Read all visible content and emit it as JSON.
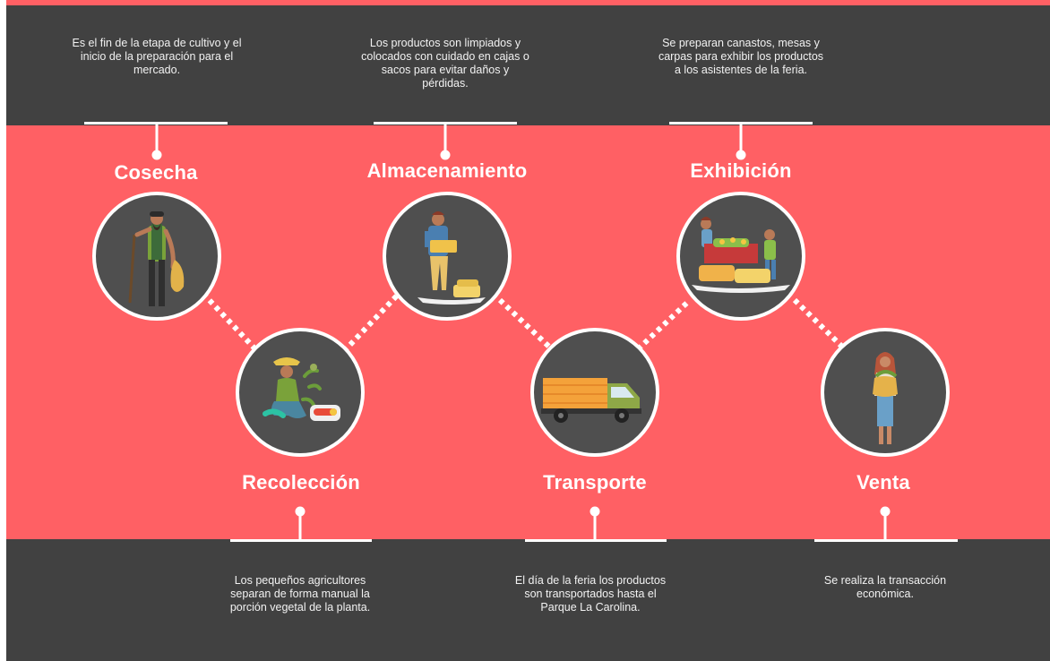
{
  "colors": {
    "dark": "#414141",
    "accent": "#ff6064",
    "circle_fill": "#4f4f4f",
    "white": "#ffffff"
  },
  "steps": [
    {
      "title": "Cosecha",
      "description": "Es el fin de la etapa de cultivo y el inicio de la preparación para el mercado.",
      "icon": "farmer-harvesting-icon"
    },
    {
      "title": "Recolección",
      "description": "Los pequeños agricultores separan de forma manual la porción vegetal de la planta.",
      "icon": "farmer-collecting-icon"
    },
    {
      "title": "Almacenamiento",
      "description": "Los productos son limpiados y colocados con cuidado en cajas o sacos para evitar daños y pérdidas.",
      "icon": "worker-storing-icon"
    },
    {
      "title": "Transporte",
      "description": "El día de la feria los productos son transportados hasta el Parque La Carolina.",
      "icon": "truck-icon"
    },
    {
      "title": "Exhibición",
      "description": "Se preparan canastos, mesas y carpas para exhibir los productos a los asistentes de la feria.",
      "icon": "market-stall-icon"
    },
    {
      "title": "Venta",
      "description": "Se realiza la transacción económica.",
      "icon": "woman-shopping-icon"
    }
  ]
}
